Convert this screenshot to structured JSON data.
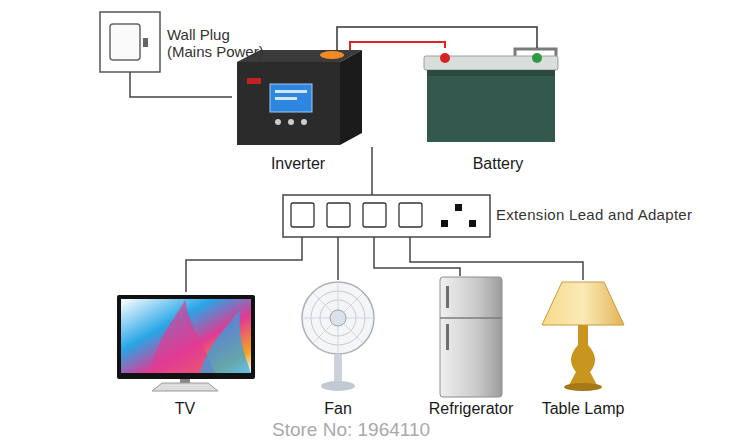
{
  "diagram": {
    "nodes": [
      {
        "text": [
          "Wall Plug (Mains Power)"
        ]
      },
      {
        "text": [
          "Inverter"
        ]
      },
      {
        "text": [
          "Battery"
        ]
      },
      {
        "text": [
          "Extension Lead and Adapter"
        ]
      },
      {
        "text": [
          "TV"
        ]
      },
      {
        "text": [
          "Fan"
        ]
      },
      {
        "text": [
          "Refrigerator"
        ]
      },
      {
        "text": [
          "Table Lamp"
        ]
      }
    ],
    "edges": [
      {
        "from": 0,
        "to": 1,
        "arrow": "none"
      },
      {
        "from": 1,
        "to": 2,
        "arrow": "none"
      },
      {
        "from": 1,
        "to": 2,
        "arrow": "none"
      },
      {
        "from": 1,
        "to": 3,
        "arrow": "none"
      },
      {
        "from": 3,
        "to": 4,
        "arrow": "none"
      },
      {
        "from": 3,
        "to": 5,
        "arrow": "none"
      },
      {
        "from": 3,
        "to": 6,
        "arrow": "none"
      },
      {
        "from": 3,
        "to": 7,
        "arrow": "none"
      }
    ],
    "labels": [
      "Store No: 1964110"
    ]
  }
}
